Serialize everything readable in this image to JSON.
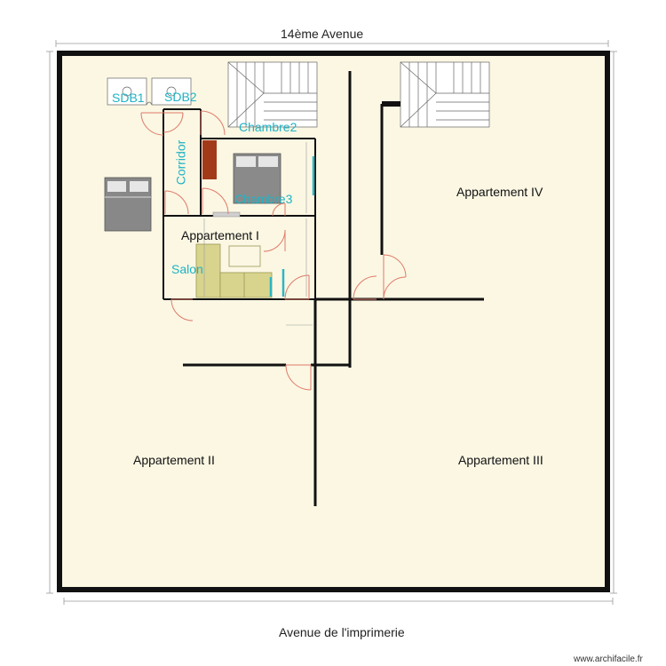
{
  "streets": {
    "top": "14ème Avenue",
    "bottom": "Avenue de l'imprimerie"
  },
  "apartments": {
    "a1": "Appartement I",
    "a2": "Appartement II",
    "a3": "Appartement III",
    "a4": "Appartement IV"
  },
  "rooms": {
    "sdb1": "SDB1",
    "sdb2": "SDB2",
    "chambre2": "Chambre2",
    "chambre3": "Chambre3",
    "corridor": "Corridor",
    "salon": "Salon"
  },
  "credit": "www.archifacile.fr",
  "colors": {
    "floor": "#fbf7e3",
    "wall": "#111111",
    "door": "#e07a6a",
    "window": "#2bb6c6",
    "sofa": "#d8d48e",
    "bench": "#a23a1a",
    "room_label": "#1fb3c4"
  }
}
